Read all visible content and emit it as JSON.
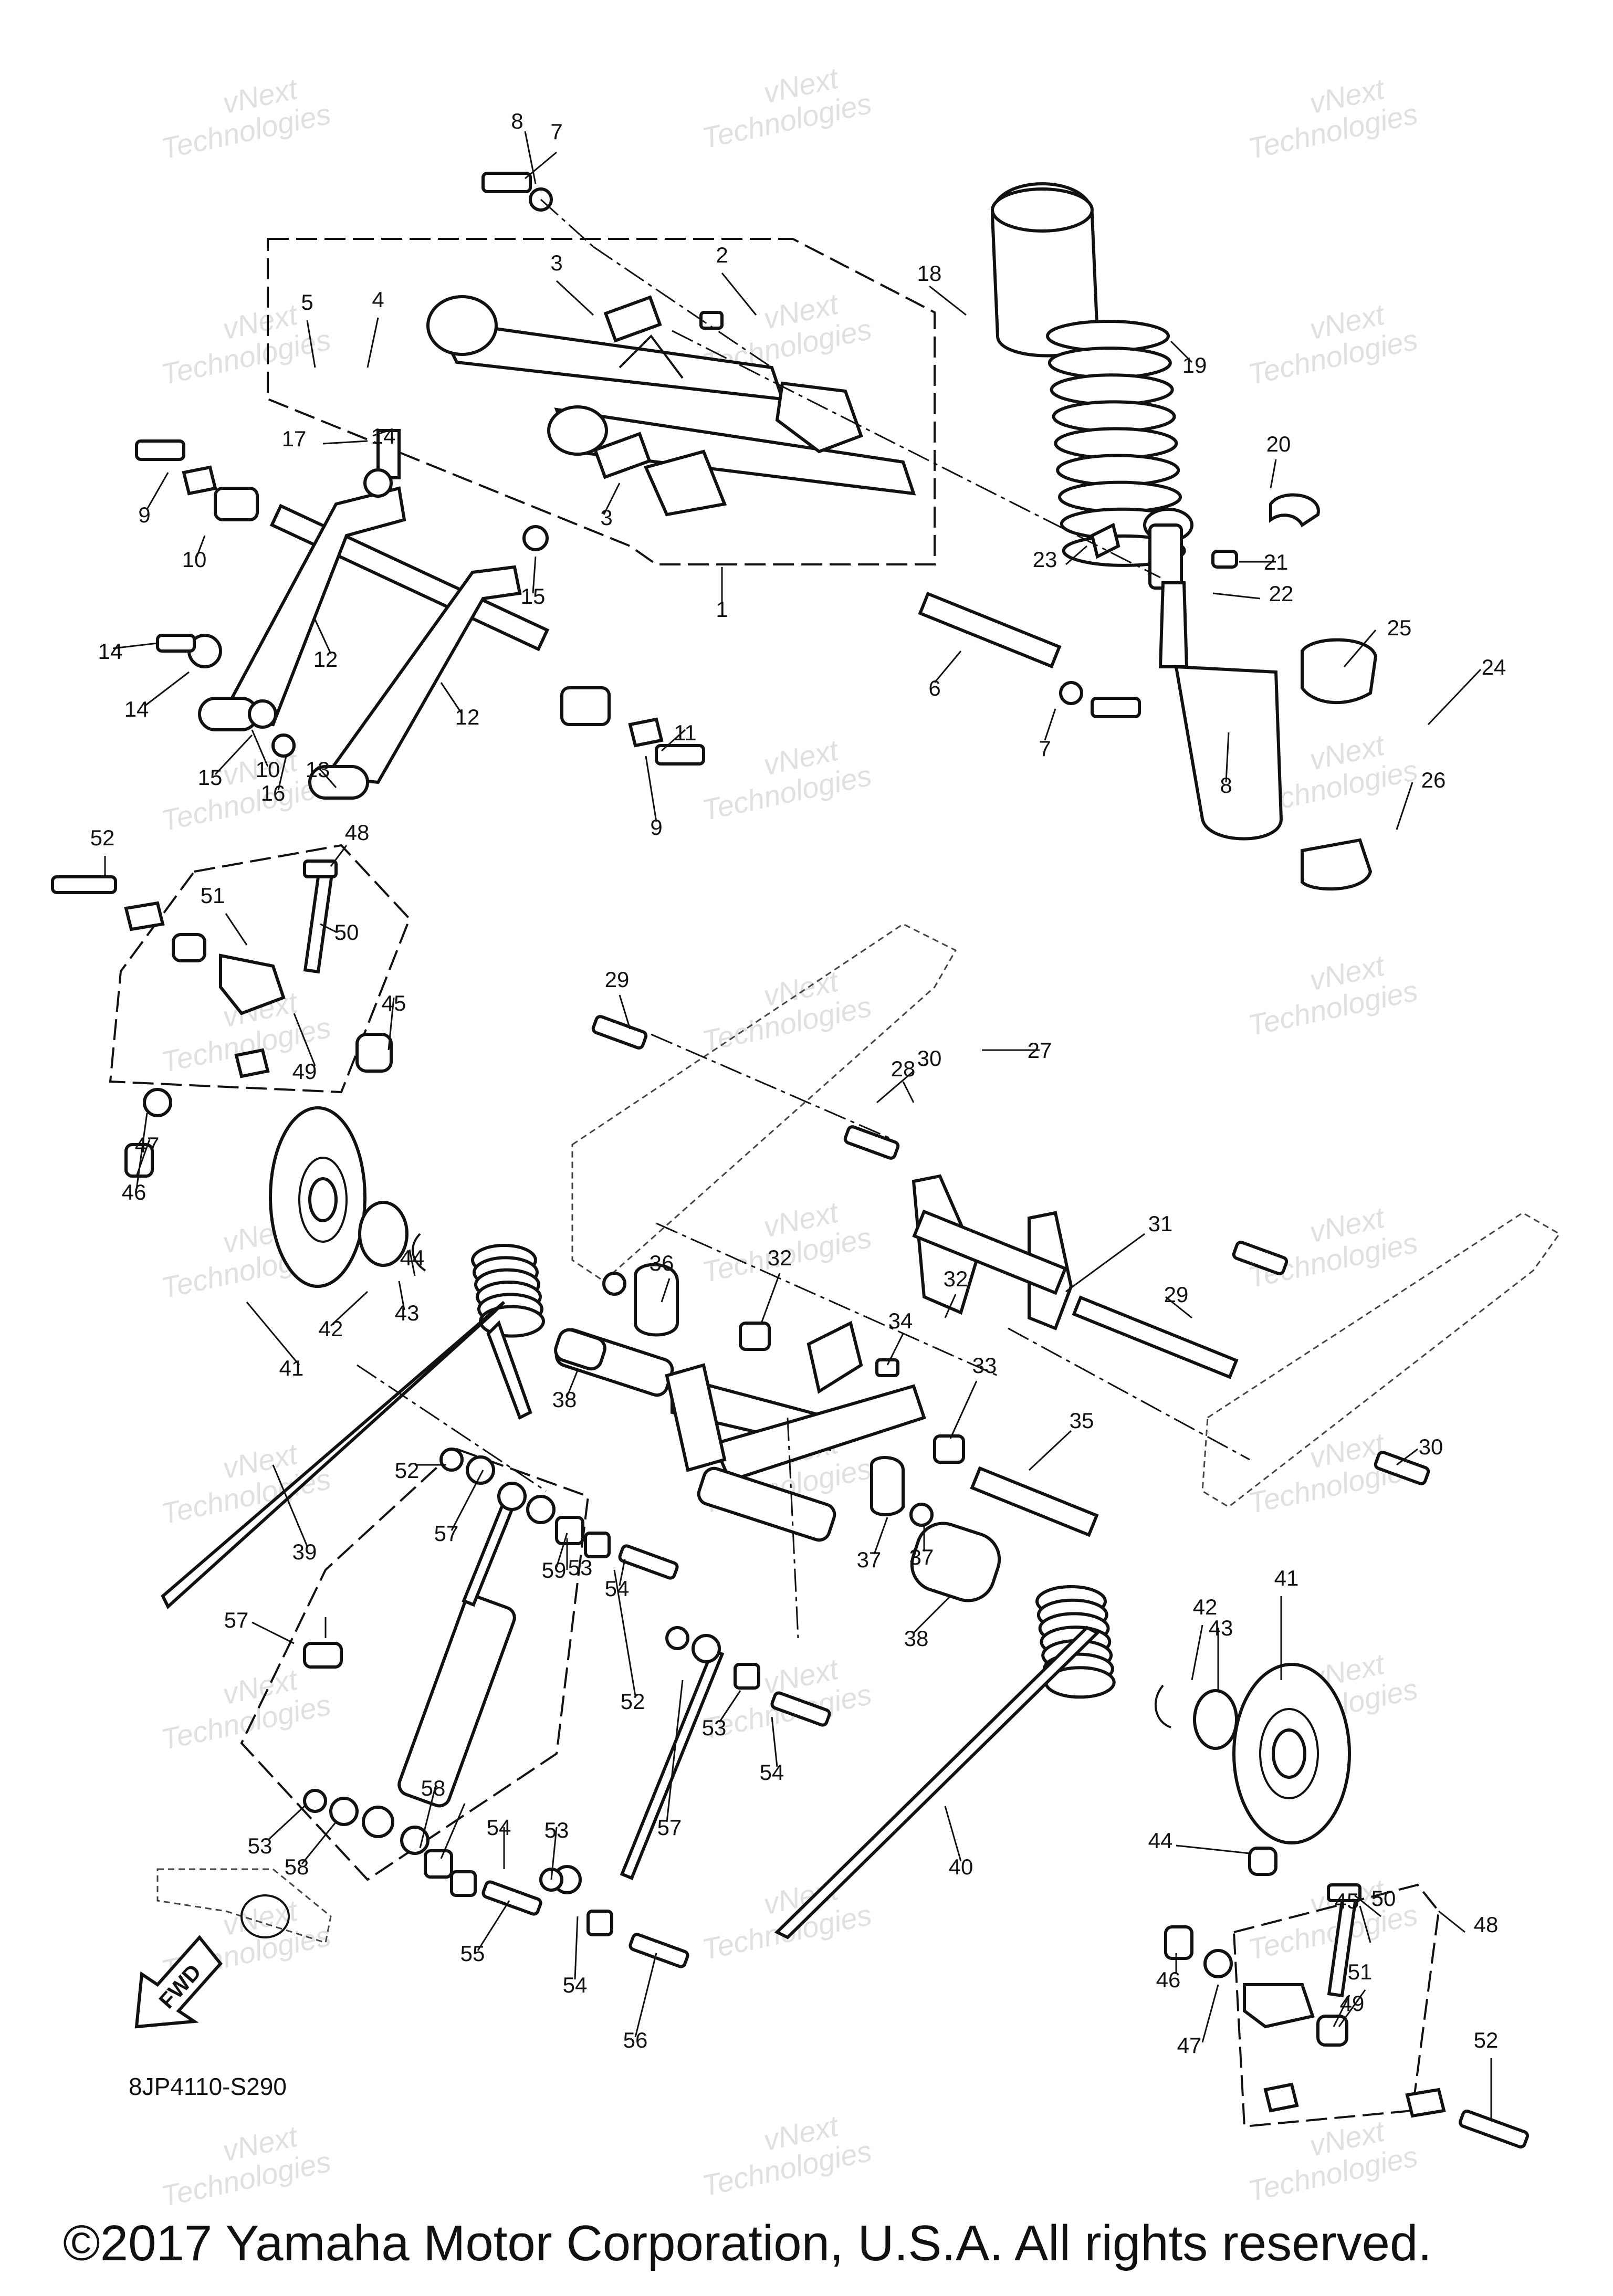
{
  "diagram": {
    "code": "8JP4110-S290",
    "fwd_label": "FWD",
    "copyright": "©2017 Yamaha Motor Corporation, U.S.A. All rights reserved.",
    "watermark": [
      "vNext",
      "Technologies"
    ],
    "callouts": [
      "1",
      "2",
      "3",
      "3",
      "4",
      "5",
      "6",
      "7",
      "7",
      "8",
      "8",
      "9",
      "9",
      "10",
      "10",
      "11",
      "12",
      "12",
      "13",
      "14",
      "14",
      "14",
      "15",
      "15",
      "16",
      "17",
      "18",
      "19",
      "20",
      "21",
      "22",
      "23",
      "24",
      "25",
      "26",
      "27",
      "28",
      "29",
      "29",
      "30",
      "30",
      "31",
      "32",
      "32",
      "33",
      "34",
      "35",
      "36",
      "37",
      "37",
      "38",
      "38",
      "39",
      "40",
      "41",
      "41",
      "42",
      "42",
      "43",
      "43",
      "44",
      "44",
      "45",
      "45",
      "46",
      "46",
      "47",
      "47",
      "48",
      "48",
      "49",
      "49",
      "50",
      "50",
      "51",
      "51",
      "52",
      "52",
      "52",
      "52",
      "53",
      "53",
      "53",
      "53",
      "54",
      "54",
      "54",
      "54",
      "55",
      "56",
      "57",
      "57",
      "57",
      "58",
      "58",
      "59"
    ]
  }
}
